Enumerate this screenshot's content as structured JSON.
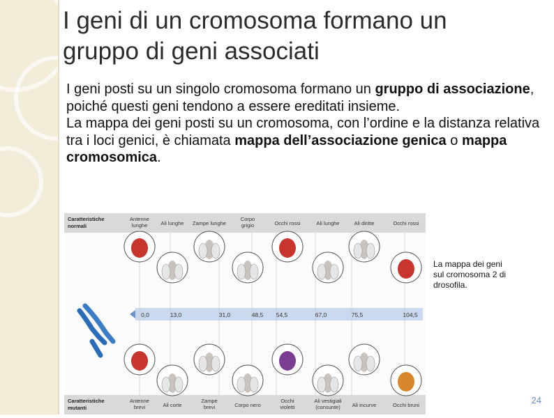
{
  "slide": {
    "title_line1": "I geni di un cromosoma formano un",
    "title_line2": "gruppo di geni associati",
    "p1_a": "I geni posti su un singolo cromosoma formano un ",
    "p1_b": "gruppo di associazione",
    "p1_c": ", poiché questi geni tendono a essere ereditati insieme.",
    "p2_a": "La mappa dei geni posti su un cromosoma, con l’ordine e la distanza relativa tra i loci genici, è chiamata ",
    "p2_b": "mappa dell’associazione genica",
    "p2_c": " o ",
    "p2_d": "mappa cromosomica",
    "p2_e": ".",
    "caption": "La mappa dei geni sul cromosoma 2 di drosofila.",
    "page_number": "24"
  },
  "figure": {
    "normal_header": [
      "Caratteristiche",
      "normali"
    ],
    "mutant_header": [
      "Caratteristiche",
      "mutanti"
    ],
    "normal_traits": [
      [
        "Antenne",
        "lunghe"
      ],
      [
        "Ali lunghe"
      ],
      [
        "Zampe lunghe"
      ],
      [
        "Corpo",
        "grigio"
      ],
      [
        "Occhi rossi"
      ],
      [
        "Ali lunghe"
      ],
      [
        "Ali diritte"
      ],
      [
        "Occhi rossi"
      ]
    ],
    "mutant_traits": [
      [
        "Antenne",
        "brevi"
      ],
      [
        "Ali corte"
      ],
      [
        "Zampe",
        "brevi"
      ],
      [
        "Corpo nero"
      ],
      [
        "Occhi",
        "violetti"
      ],
      [
        "Ali vestigiali",
        "(consunte)"
      ],
      [
        "Ali incurve"
      ],
      [
        "Occhi bruni"
      ]
    ],
    "loci": [
      "0,0",
      "13,0",
      "31,0",
      "48,5",
      "54,5",
      "67,0",
      "75,5",
      "104,5"
    ],
    "colors": {
      "header_band": "#d9d9d9",
      "map_bar": "#c9d9ef",
      "chromosome": "#2b6cb8",
      "red_eye": "#c8352c",
      "violet_eye": "#7a3d92",
      "brown_eye": "#d8862a"
    }
  }
}
